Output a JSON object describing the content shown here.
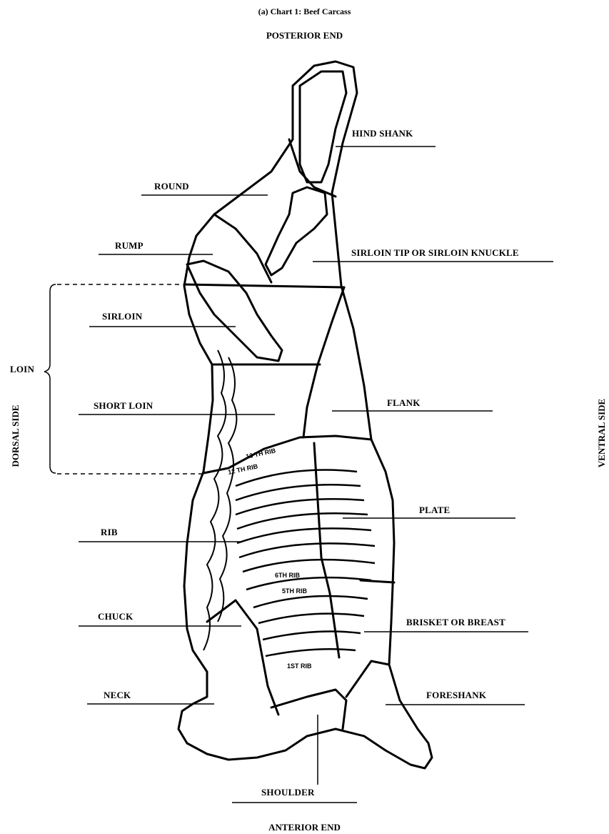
{
  "title": "(a) Chart 1: Beef Carcass",
  "orientation": {
    "top": "POSTERIOR END",
    "bottom": "ANTERIOR END",
    "left": "DORSAL SIDE",
    "right": "VENTRAL SIDE"
  },
  "group_label": "LOIN",
  "cuts": {
    "hind_shank": "HIND SHANK",
    "round": "ROUND",
    "rump": "RUMP",
    "sirloin_tip": "SIRLOIN TIP OR SIRLOIN KNUCKLE",
    "sirloin": "SIRLOIN",
    "short_loin": "SHORT LOIN",
    "flank": "FLANK",
    "plate": "PLATE",
    "rib": "RIB",
    "chuck": "CHUCK",
    "brisket": "BRISKET OR BREAST",
    "neck": "NECK",
    "foreshank": "FORESHANK",
    "shoulder": "SHOULDER"
  },
  "rib_markers": {
    "rib_13": "13 TH RIB",
    "rib_12": "12 TH RIB",
    "rib_6": "6TH RIB",
    "rib_5": "5TH RIB",
    "rib_1": "1ST RIB"
  }
}
